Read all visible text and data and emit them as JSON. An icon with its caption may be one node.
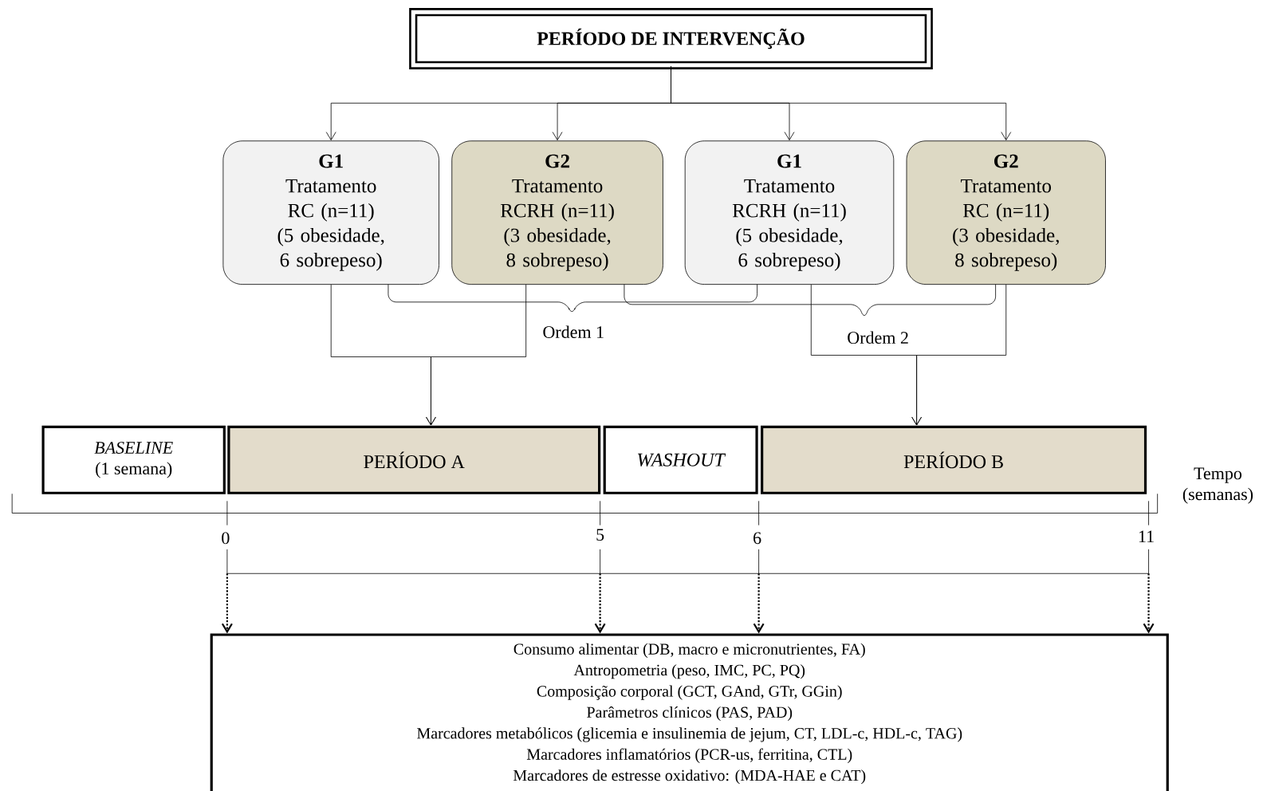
{
  "diagram": {
    "nodes": [
      {
        "text": [
          "PERÍODO DE INTERVENÇÃO"
        ]
      },
      {
        "text": [
          "G1",
          "Tratamento RC (n=11)",
          "(5 obesidade, 6 sobrepeso)"
        ]
      },
      {
        "text": [
          "G2",
          "Tratamento RCRH (n=11)",
          "(3 obesidade, 8 sobrepeso)"
        ]
      },
      {
        "text": [
          "G1",
          "Tratamento RCRH (n=11)",
          "(5 obesidade, 6 sobrepeso)"
        ]
      },
      {
        "text": [
          "G2",
          "Tratamento RC (n=11)",
          "(3 obesidade, 8 sobrepeso)"
        ]
      },
      {
        "text": [
          "BASELINE",
          "(1 semana)"
        ]
      },
      {
        "text": [
          "PERÍODO A"
        ]
      },
      {
        "text": [
          "WASHOUT"
        ]
      },
      {
        "text": [
          "PERÍODO B"
        ]
      },
      {
        "text": [
          "Consumo alimentar (DB, macro e micronutrientes, FA)",
          "Antropometria (peso, IMC, PC, PQ)",
          "Composição corporal (GCT, GAnd, GTr, GGin)",
          "Parâmetros clínicos (PAS, PAD)",
          "Marcadores metabólicos (glicemia e insulinemia de jejum, CT, LDL-c, HDL-c, TAG)",
          "Marcadores inflamatórios (PCR-us, ferritina, CTL)",
          "Marcadores de estresse oxidativo: (MDA-HAE e CAT)"
        ]
      }
    ],
    "edges": [
      {
        "from": 0,
        "to": 1,
        "arrow": "to"
      },
      {
        "from": 0,
        "to": 2,
        "arrow": "to"
      },
      {
        "from": 0,
        "to": 3,
        "arrow": "to"
      },
      {
        "from": 0,
        "to": 4,
        "arrow": "to"
      },
      {
        "from": 1,
        "to": 6,
        "arrow": "to"
      },
      {
        "from": 2,
        "to": 6,
        "arrow": "to"
      },
      {
        "from": 3,
        "to": 8,
        "arrow": "to"
      },
      {
        "from": 4,
        "to": 8,
        "arrow": "to"
      },
      {
        "from": null,
        "to": 9,
        "arrow": "to",
        "style": "dashed"
      },
      {
        "from": null,
        "to": 9,
        "arrow": "to",
        "style": "dashed"
      },
      {
        "from": null,
        "to": 9,
        "arrow": "to",
        "style": "dashed"
      },
      {
        "from": null,
        "to": 9,
        "arrow": "to",
        "style": "dashed"
      }
    ],
    "labels": [
      "Ordem 1",
      "Ordem 2",
      "Tempo (semanas)",
      "0",
      "5",
      "6",
      "11"
    ]
  }
}
